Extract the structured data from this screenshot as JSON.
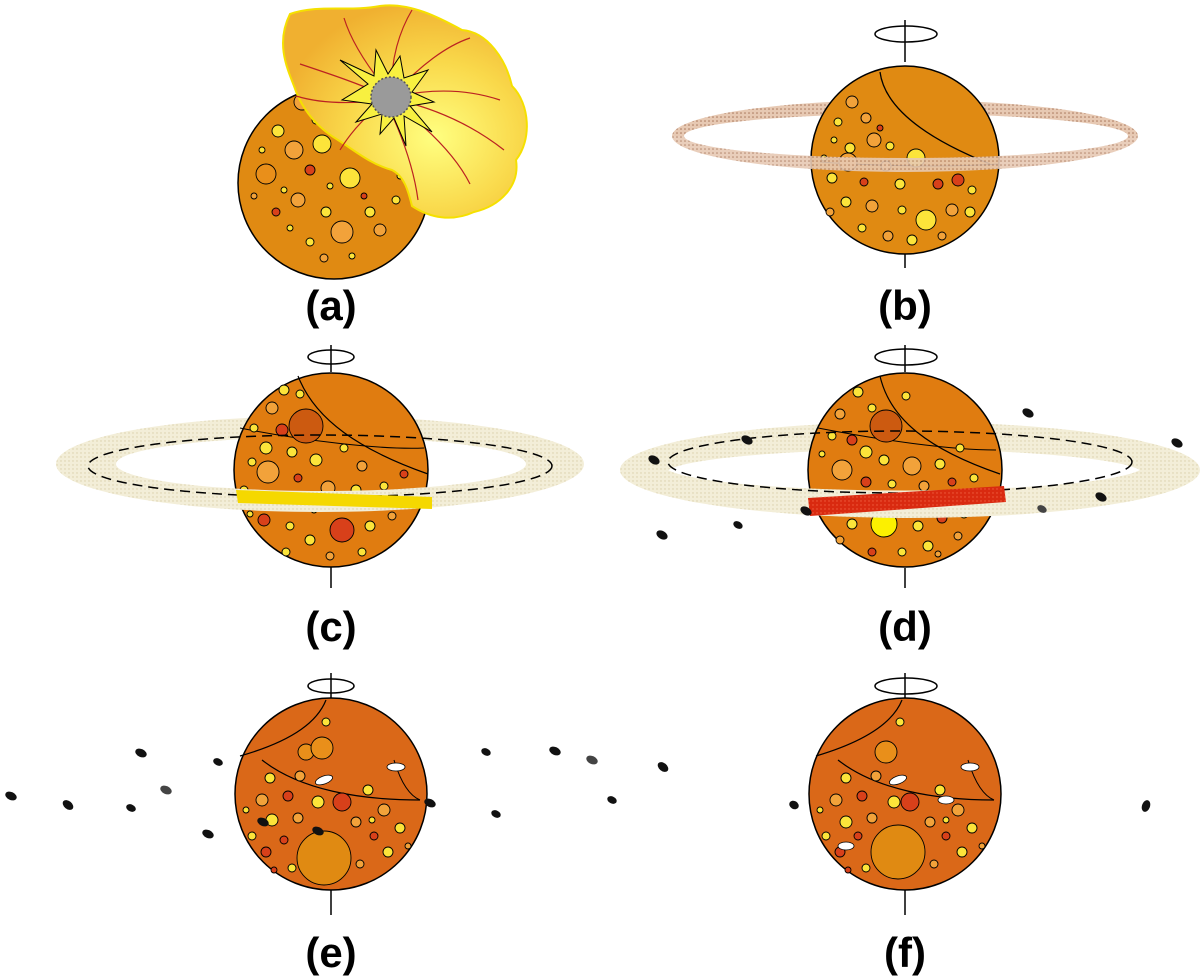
{
  "panels": [
    {
      "id": "a",
      "label": "(a)"
    },
    {
      "id": "b",
      "label": "(b)"
    },
    {
      "id": "c",
      "label": "(c)"
    },
    {
      "id": "d",
      "label": "(d)"
    },
    {
      "id": "e",
      "label": "(e)"
    },
    {
      "id": "f",
      "label": "(f)"
    }
  ],
  "colors": {
    "planet_a": "#E08A12",
    "planet_b": "#E08A12",
    "planet_c": "#E07C10",
    "planet_d": "#E07C10",
    "planet_e": "#DA6818",
    "planet_f": "#DA6818",
    "crater_light": "#F2A23A",
    "crater_yellow": "#FCE43A",
    "crater_red": "#D8401A",
    "crater_dark": "#CC5A10",
    "ejecta": "#F5D24A",
    "impactor": "#9A9A9A",
    "disk_brown": "#C29A80",
    "disk_pale": "#F3EED8",
    "band_yellow": "#F5D800",
    "band_red": "#D92A10",
    "moonlet": "#111111"
  }
}
